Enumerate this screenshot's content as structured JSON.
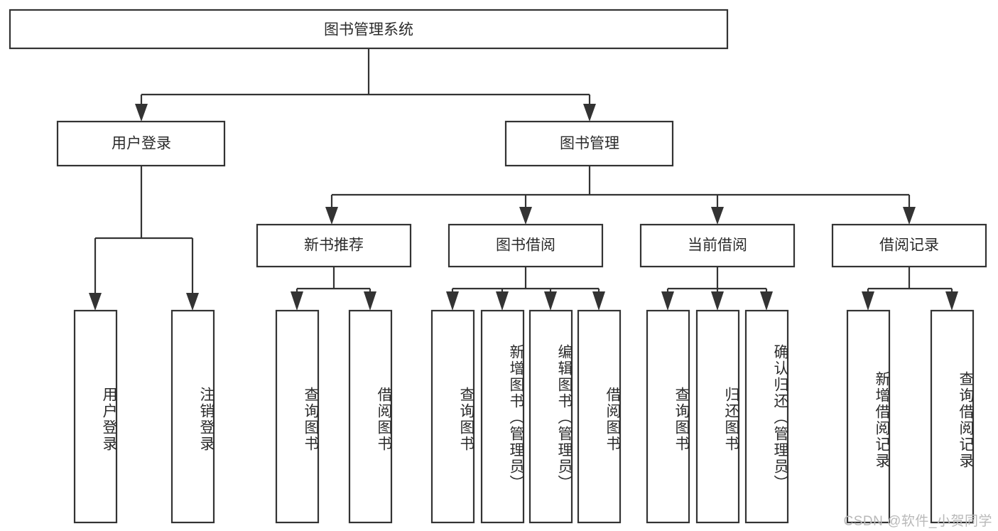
{
  "diagram": {
    "title": "图书管理系统",
    "type": "tree-hierarchy-diagram",
    "colors": {
      "stroke": "#333333",
      "box_fill": "#ffffff",
      "text": "#2b2b2b",
      "background": "#ffffff",
      "watermark": "#b9b9b9"
    },
    "root": {
      "label": "图书管理系统"
    },
    "level2": [
      {
        "label": "用户登录"
      },
      {
        "label": "图书管理"
      }
    ],
    "level3": [
      {
        "label": "新书推荐"
      },
      {
        "label": "图书借阅"
      },
      {
        "label": "当前借阅"
      },
      {
        "label": "借阅记录"
      }
    ],
    "leaves": {
      "user_login": [
        {
          "label": "用户登录"
        },
        {
          "label": "注销登录"
        }
      ],
      "new_book_recommend": [
        {
          "label": "查询图书"
        },
        {
          "label": "借阅图书"
        }
      ],
      "book_borrow": [
        {
          "label": "查询图书"
        },
        {
          "label": "新增图书（管理员）"
        },
        {
          "label": "编辑图书（管理员）"
        },
        {
          "label": "借阅图书"
        }
      ],
      "current_borrow": [
        {
          "label": "查询图书"
        },
        {
          "label": "归还图书"
        },
        {
          "label": "确认归还（管理员）"
        }
      ],
      "borrow_records": [
        {
          "label": "新增借阅记录"
        },
        {
          "label": "查询借阅记录"
        }
      ]
    }
  },
  "watermark": {
    "text": "CSDN @软件_小贺同学"
  }
}
